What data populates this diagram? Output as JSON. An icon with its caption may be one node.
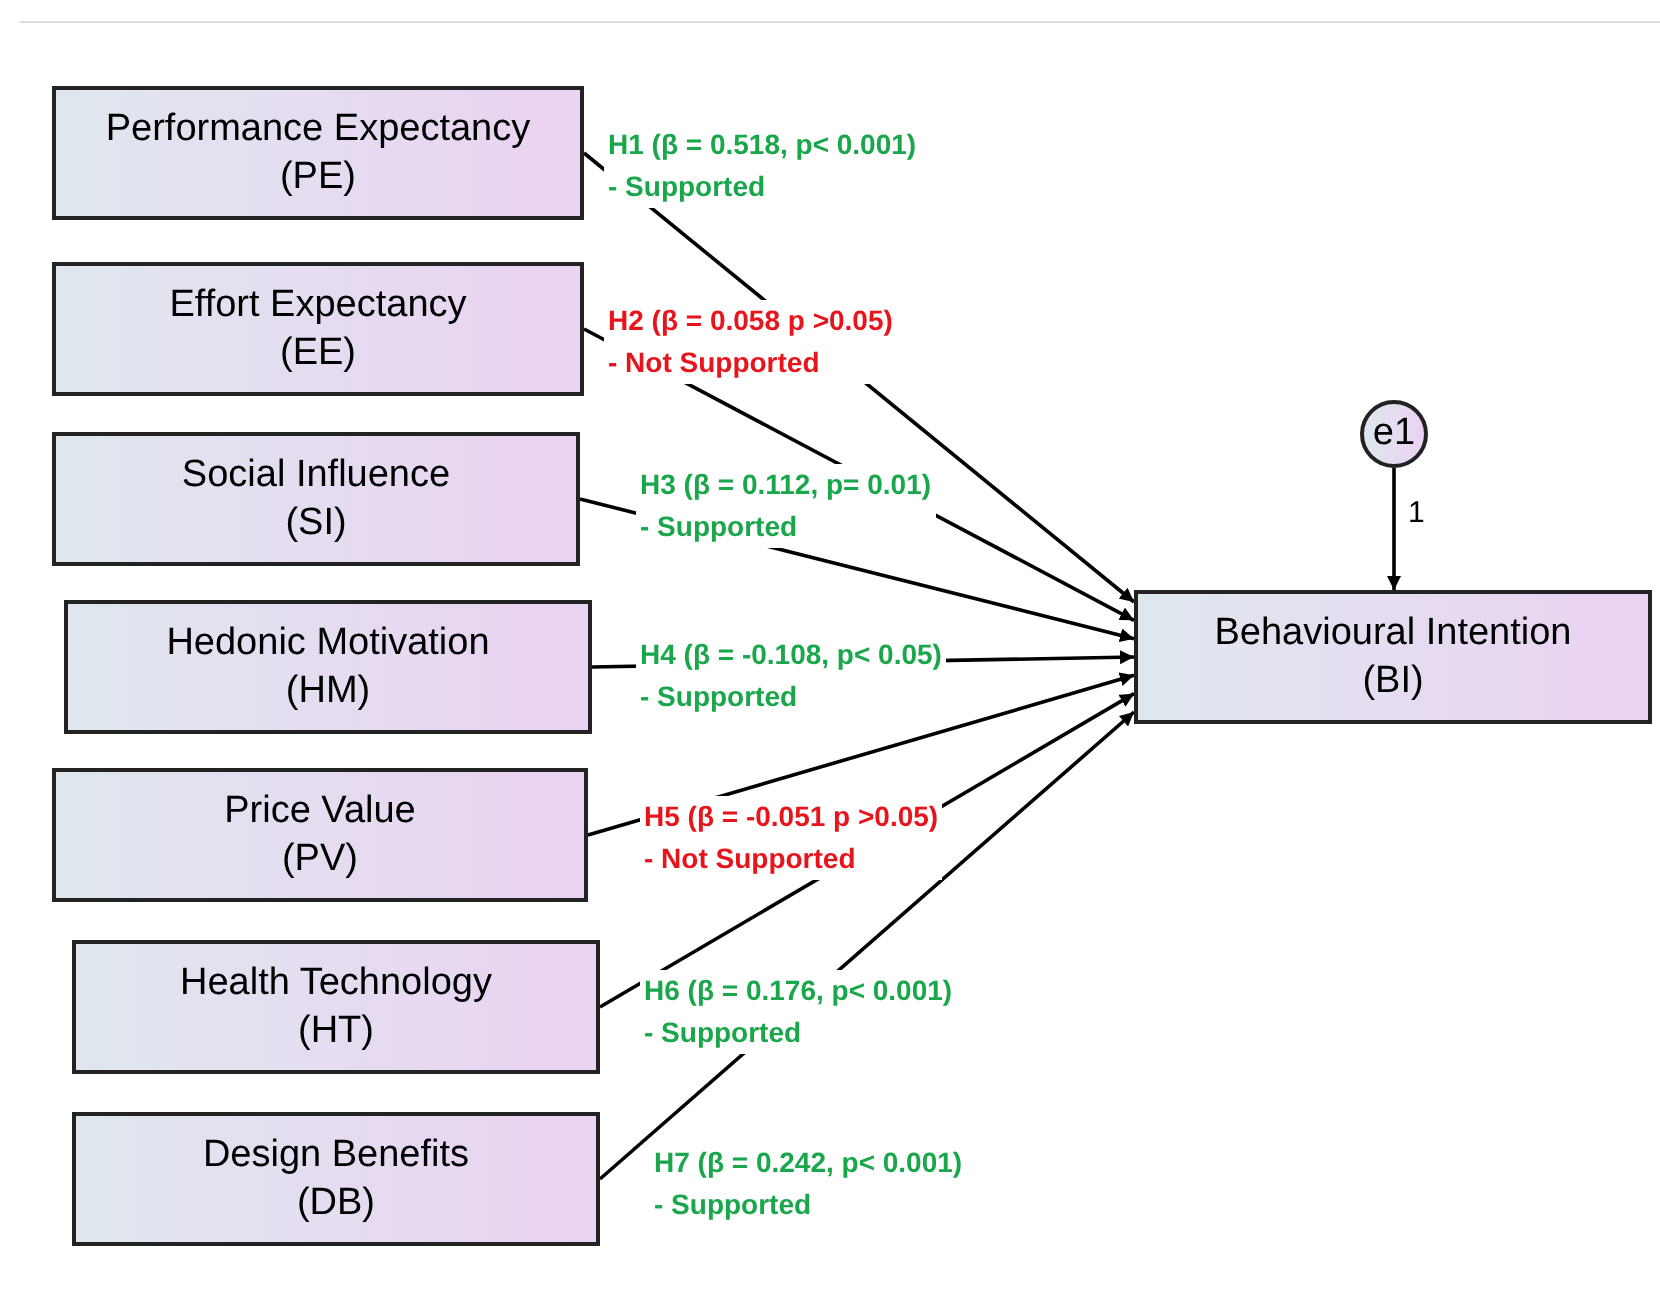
{
  "diagram": {
    "nodes": [
      {
        "text": [
          "Performance Expectancy (PE)"
        ]
      },
      {
        "text": [
          "Effort Expectancy (EE)"
        ]
      },
      {
        "text": [
          "Social Influence (SI)"
        ]
      },
      {
        "text": [
          "Hedonic Motivation (HM)"
        ]
      },
      {
        "text": [
          "Price Value (PV)"
        ]
      },
      {
        "text": [
          "Health Technology (HT)"
        ]
      },
      {
        "text": [
          "Design Benefits (DB)"
        ]
      },
      {
        "text": [
          "e1"
        ]
      },
      {
        "text": [
          "Behavioural Intention (BI)"
        ]
      }
    ],
    "edges": [
      {
        "from": 0,
        "to": 8,
        "arrow": "to",
        "label": "H1 (β = 0.518, p< 0.001) - Supported"
      },
      {
        "from": 1,
        "to": 8,
        "arrow": "to",
        "label": "H2 (β = 0.058 p >0.05) - Not Supported"
      },
      {
        "from": 2,
        "to": 8,
        "arrow": "to",
        "label": "H3 (β = 0.112, p= 0.01) - Supported"
      },
      {
        "from": 3,
        "to": 8,
        "arrow": "to",
        "label": "H4 (β = -0.108, p< 0.05) - Supported"
      },
      {
        "from": 4,
        "to": 8,
        "arrow": "to",
        "label": "H5 (β = -0.051 p >0.05) - Not Supported"
      },
      {
        "from": 5,
        "to": 8,
        "arrow": "to",
        "label": "H6 (β = 0.176, p< 0.001) - Supported"
      },
      {
        "from": 6,
        "to": 8,
        "arrow": "to",
        "label": "H7 (β = 0.242, p< 0.001) - Supported"
      },
      {
        "from": 7,
        "to": 8,
        "arrow": "to",
        "label": "1"
      }
    ]
  }
}
